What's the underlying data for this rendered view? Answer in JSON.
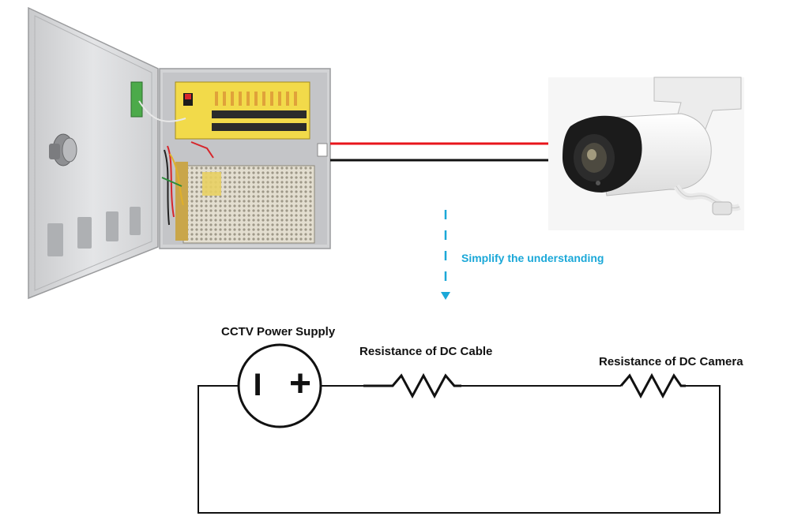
{
  "labels": {
    "simplify": "Simplify the understanding",
    "power_supply": "CCTV Power Supply",
    "cable_resistance": "Resistance of DC Cable",
    "camera_resistance": "Resistance of DC Camera"
  },
  "source_symbols": {
    "minus": "I",
    "plus": "+"
  },
  "colors": {
    "accent": "#1ba8d8",
    "wire_positive": "#e8151b",
    "wire_negative": "#111111",
    "circuit": "#111111"
  },
  "images": [
    {
      "name": "cctv-power-supply-box-photo"
    },
    {
      "name": "bullet-camera-photo"
    }
  ]
}
